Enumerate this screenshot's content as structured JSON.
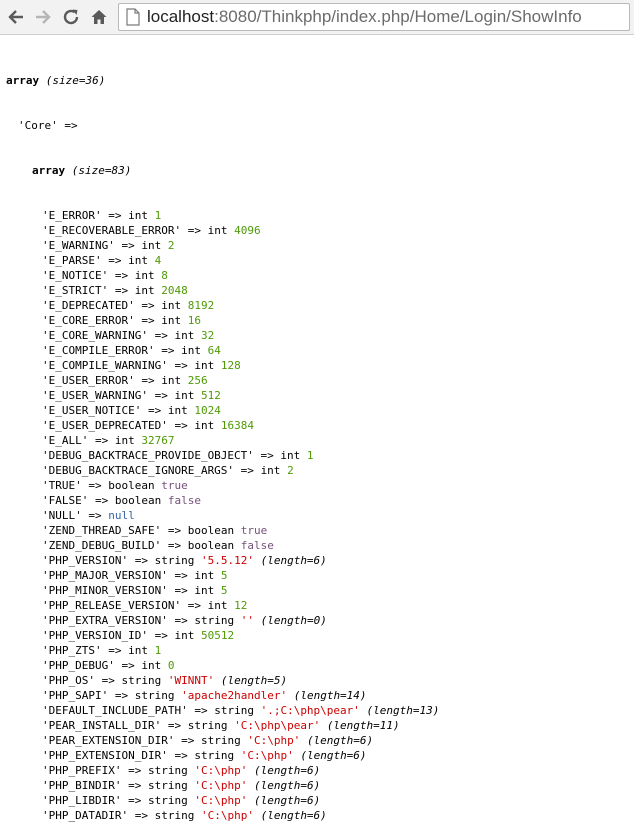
{
  "browser": {
    "url_host": "localhost",
    "url_rest": ":8080/Thinkphp/index.php/Home/Login/ShowInfo",
    "icons": [
      "back-arrow-icon",
      "forward-arrow-icon",
      "reload-icon",
      "home-icon",
      "page-icon"
    ]
  },
  "colors": {
    "int": "#4e9a06",
    "bool": "#75507b",
    "null": "#3465a4",
    "string": "#cc0000"
  },
  "dump": {
    "root_keyword": "array",
    "root_size": "(size=36)",
    "section_key": "'Core'",
    "section_arrow": "=>",
    "inner_keyword": "array",
    "inner_size": "(size=83)",
    "rows": [
      {
        "key": "'E_ERROR'",
        "type": "int",
        "value": "1"
      },
      {
        "key": "'E_RECOVERABLE_ERROR'",
        "type": "int",
        "value": "4096"
      },
      {
        "key": "'E_WARNING'",
        "type": "int",
        "value": "2"
      },
      {
        "key": "'E_PARSE'",
        "type": "int",
        "value": "4"
      },
      {
        "key": "'E_NOTICE'",
        "type": "int",
        "value": "8"
      },
      {
        "key": "'E_STRICT'",
        "type": "int",
        "value": "2048"
      },
      {
        "key": "'E_DEPRECATED'",
        "type": "int",
        "value": "8192"
      },
      {
        "key": "'E_CORE_ERROR'",
        "type": "int",
        "value": "16"
      },
      {
        "key": "'E_CORE_WARNING'",
        "type": "int",
        "value": "32"
      },
      {
        "key": "'E_COMPILE_ERROR'",
        "type": "int",
        "value": "64"
      },
      {
        "key": "'E_COMPILE_WARNING'",
        "type": "int",
        "value": "128"
      },
      {
        "key": "'E_USER_ERROR'",
        "type": "int",
        "value": "256"
      },
      {
        "key": "'E_USER_WARNING'",
        "type": "int",
        "value": "512"
      },
      {
        "key": "'E_USER_NOTICE'",
        "type": "int",
        "value": "1024"
      },
      {
        "key": "'E_USER_DEPRECATED'",
        "type": "int",
        "value": "16384"
      },
      {
        "key": "'E_ALL'",
        "type": "int",
        "value": "32767"
      },
      {
        "key": "'DEBUG_BACKTRACE_PROVIDE_OBJECT'",
        "type": "int",
        "value": "1"
      },
      {
        "key": "'DEBUG_BACKTRACE_IGNORE_ARGS'",
        "type": "int",
        "value": "2"
      },
      {
        "key": "'TRUE'",
        "type": "boolean",
        "value": "true"
      },
      {
        "key": "'FALSE'",
        "type": "boolean",
        "value": "false"
      },
      {
        "key": "'NULL'",
        "type": "",
        "value": "null"
      },
      {
        "key": "'ZEND_THREAD_SAFE'",
        "type": "boolean",
        "value": "true"
      },
      {
        "key": "'ZEND_DEBUG_BUILD'",
        "type": "boolean",
        "value": "false"
      },
      {
        "key": "'PHP_VERSION'",
        "type": "string",
        "value": "'5.5.12'",
        "length": "(length=6)"
      },
      {
        "key": "'PHP_MAJOR_VERSION'",
        "type": "int",
        "value": "5"
      },
      {
        "key": "'PHP_MINOR_VERSION'",
        "type": "int",
        "value": "5"
      },
      {
        "key": "'PHP_RELEASE_VERSION'",
        "type": "int",
        "value": "12"
      },
      {
        "key": "'PHP_EXTRA_VERSION'",
        "type": "string",
        "value": "''",
        "length": "(length=0)"
      },
      {
        "key": "'PHP_VERSION_ID'",
        "type": "int",
        "value": "50512"
      },
      {
        "key": "'PHP_ZTS'",
        "type": "int",
        "value": "1"
      },
      {
        "key": "'PHP_DEBUG'",
        "type": "int",
        "value": "0"
      },
      {
        "key": "'PHP_OS'",
        "type": "string",
        "value": "'WINNT'",
        "length": "(length=5)"
      },
      {
        "key": "'PHP_SAPI'",
        "type": "string",
        "value": "'apache2handler'",
        "length": "(length=14)"
      },
      {
        "key": "'DEFAULT_INCLUDE_PATH'",
        "type": "string",
        "value": "'.;C:\\php\\pear'",
        "length": "(length=13)"
      },
      {
        "key": "'PEAR_INSTALL_DIR'",
        "type": "string",
        "value": "'C:\\php\\pear'",
        "length": "(length=11)"
      },
      {
        "key": "'PEAR_EXTENSION_DIR'",
        "type": "string",
        "value": "'C:\\php'",
        "length": "(length=6)"
      },
      {
        "key": "'PHP_EXTENSION_DIR'",
        "type": "string",
        "value": "'C:\\php'",
        "length": "(length=6)"
      },
      {
        "key": "'PHP_PREFIX'",
        "type": "string",
        "value": "'C:\\php'",
        "length": "(length=6)"
      },
      {
        "key": "'PHP_BINDIR'",
        "type": "string",
        "value": "'C:\\php'",
        "length": "(length=6)"
      },
      {
        "key": "'PHP_LIBDIR'",
        "type": "string",
        "value": "'C:\\php'",
        "length": "(length=6)"
      },
      {
        "key": "'PHP_DATADIR'",
        "type": "string",
        "value": "'C:\\php'",
        "length": "(length=6)"
      }
    ]
  }
}
